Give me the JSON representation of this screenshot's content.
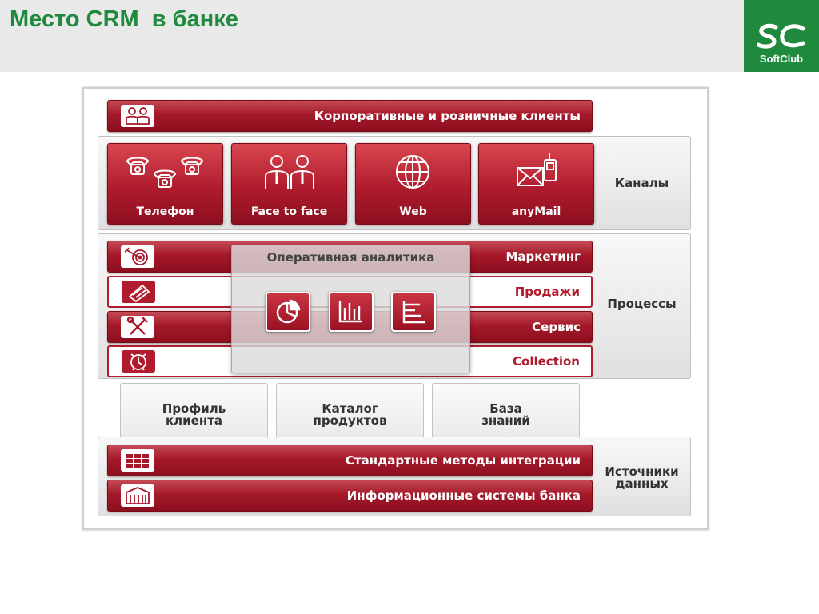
{
  "header": {
    "title": "Место CRM  в банке",
    "logo_text": "SoftClub",
    "logo_color": "#1f8a3d"
  },
  "diagram": {
    "clients_bar": "Корпоративные и розничные клиенты",
    "channels": {
      "label": "Каналы",
      "tiles": [
        {
          "label": "Телефон",
          "icon": "telephones-icon"
        },
        {
          "label": "Face to face",
          "icon": "people-icon"
        },
        {
          "label": "Web",
          "icon": "globe-icon"
        },
        {
          "label": "anyMail",
          "icon": "mail-phone-icon"
        }
      ]
    },
    "processes": {
      "label": "Процессы",
      "rows": [
        {
          "label": "Маркетинг",
          "icon": "target-icon"
        },
        {
          "label": "Продажи",
          "icon": "cash-icon"
        },
        {
          "label": "Сервис",
          "icon": "tools-icon"
        },
        {
          "label": "Collection",
          "icon": "alarm-clock-icon"
        }
      ]
    },
    "analytics": {
      "title": "Оперативная аналитика",
      "icons": [
        "pie-chart-icon",
        "bar-chart-icon",
        "horizontal-bar-icon"
      ]
    },
    "middle": [
      {
        "line1": "Профиль",
        "line2": "клиента"
      },
      {
        "line1": "Каталог",
        "line2": "продуктов"
      },
      {
        "line1": "База",
        "line2": "знаний"
      }
    ],
    "sources": {
      "label_line1": "Источники",
      "label_line2": "данных",
      "integration_bar": "Стандартные методы интеграции",
      "systems_bar": "Информационные системы банка"
    },
    "colors": {
      "crimson": "#b01c2e",
      "green": "#1f8a3d"
    }
  }
}
